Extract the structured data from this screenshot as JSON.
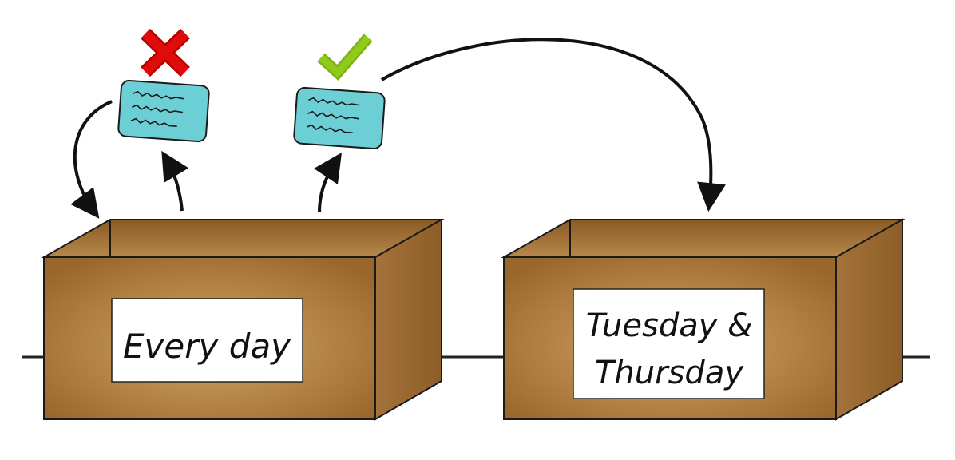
{
  "boxes": [
    {
      "label_lines": [
        "Every day"
      ]
    },
    {
      "label_lines": [
        "Tuesday &",
        "Thursday"
      ]
    }
  ],
  "cards": [
    {
      "status": "rejected",
      "status_icon": "cross-icon",
      "status_color": "#d90000"
    },
    {
      "status": "accepted",
      "status_icon": "check-icon",
      "status_color": "#8cc11f"
    }
  ],
  "colors": {
    "card_fill": "#6ccfd6",
    "box_front_center": "#d0a264",
    "box_front_edge": "#9c6a2c",
    "box_side": "#9f6d34",
    "outline": "#1a1a1a"
  }
}
